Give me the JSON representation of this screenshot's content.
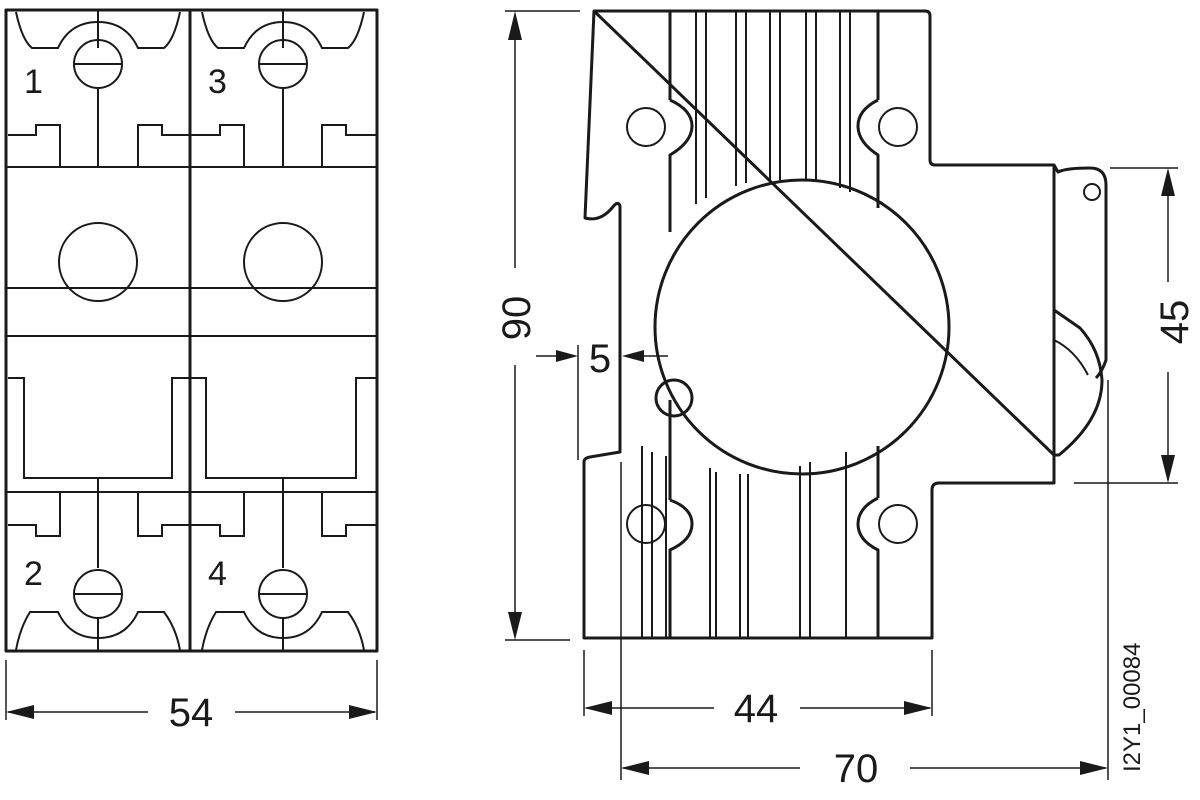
{
  "drawing": {
    "front_view": {
      "terminal_labels": [
        "1",
        "3",
        "2",
        "4"
      ],
      "width_dimension": "54"
    },
    "side_view": {
      "height_dimension": "90",
      "offset_dimension": "5",
      "depth_inner_dimension": "44",
      "depth_total_dimension": "70",
      "lever_height_dimension": "45"
    },
    "drawing_id": "I2Y1_00084"
  }
}
